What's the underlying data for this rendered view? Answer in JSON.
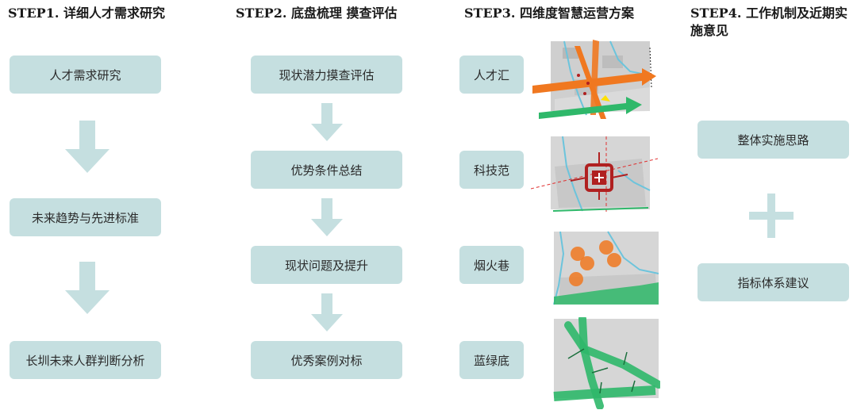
{
  "colors": {
    "box": "#c5dfe0",
    "arrow": "#c5dfe0",
    "map_orange": "#f07820",
    "map_green": "#2fb86a",
    "map_red": "#b02020",
    "map_blue": "#6cc4dc"
  },
  "step1": {
    "title": "STEP1. 详细人才需求研究",
    "items": [
      "人才需求研究",
      "未来趋势与先进标准",
      "长圳未来人群判断分析"
    ]
  },
  "step2": {
    "title": "STEP2. 底盘梳理 摸查评估",
    "items": [
      "现状潜力摸查评估",
      "优势条件总结",
      "现状问题及提升",
      "优秀案例对标"
    ]
  },
  "step3": {
    "title": "STEP3. 四维度智慧运营方案",
    "items": [
      "人才汇",
      "科技范",
      "烟火巷",
      "蓝绿底"
    ]
  },
  "step4": {
    "title_line1": "STEP4. 工作机制及近期实",
    "title_line2": "施意见",
    "items": [
      "整体实施思路",
      "指标体系建议"
    ]
  },
  "icons": [
    "down-arrow-icon",
    "plus-icon"
  ]
}
